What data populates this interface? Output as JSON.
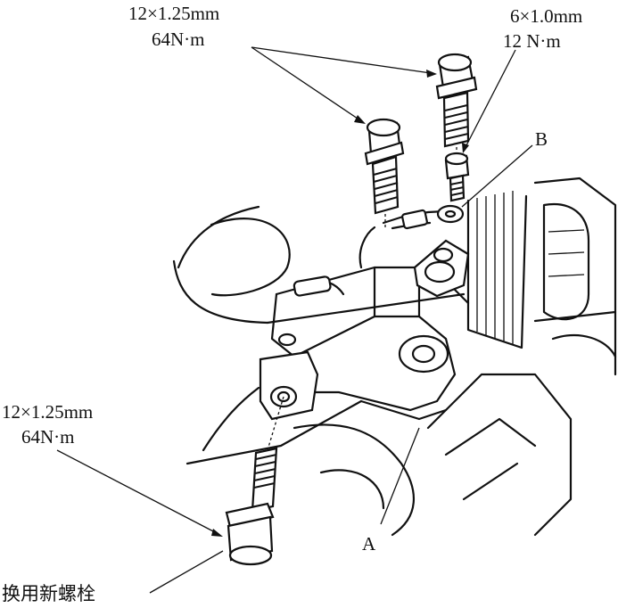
{
  "callouts": {
    "top_left_spec": {
      "size": "12×1.25mm",
      "torque": "64N·m"
    },
    "top_right_spec": {
      "size": "6×1.0mm",
      "torque": "12 N·m"
    },
    "left_spec": {
      "size": "12×1.25mm",
      "torque": "64N·m"
    },
    "label_b": "B",
    "label_a": "A",
    "replace_note": "换用新螺栓"
  },
  "colors": {
    "line": "#111111",
    "background": "#ffffff"
  }
}
